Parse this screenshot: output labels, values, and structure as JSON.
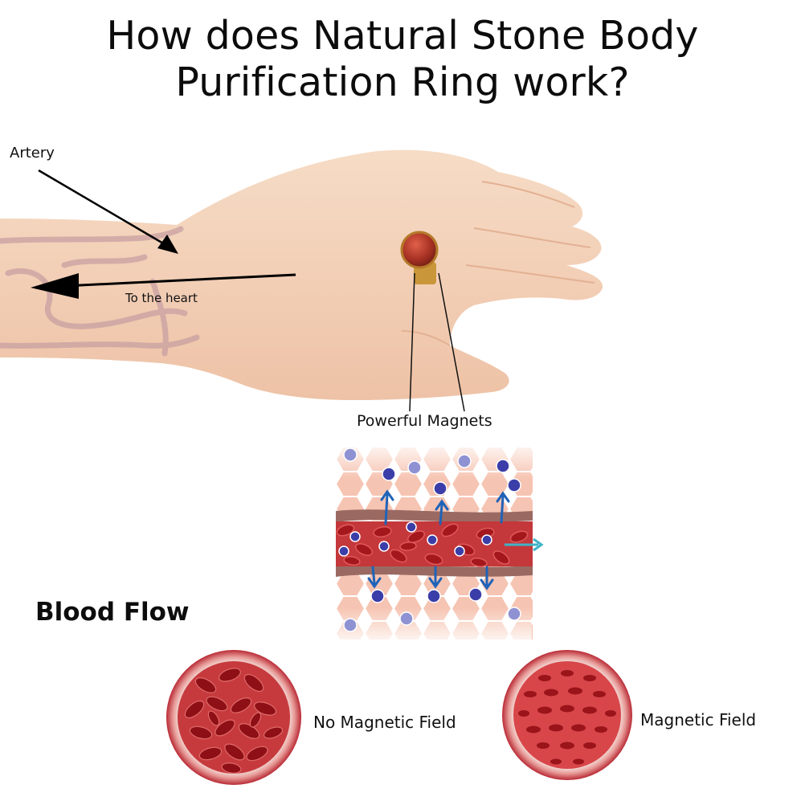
{
  "title_line1": "How does Natural Stone Body",
  "title_line2": "Purification Ring work?",
  "labels": {
    "artery": "Artery",
    "to_heart": "To the heart",
    "magnets": "Powerful Magnets",
    "blood_flow": "Blood Flow",
    "no_field": "No Magnetic Field",
    "field": "Magnetic Field"
  },
  "colors": {
    "skin": "#f3cfb6",
    "vein": "#c9a0a2",
    "blood": "#b81d24",
    "ion": "#3b3ea8",
    "arrow_blue": "#1f63b8",
    "tissue": "#f2b9a6"
  }
}
